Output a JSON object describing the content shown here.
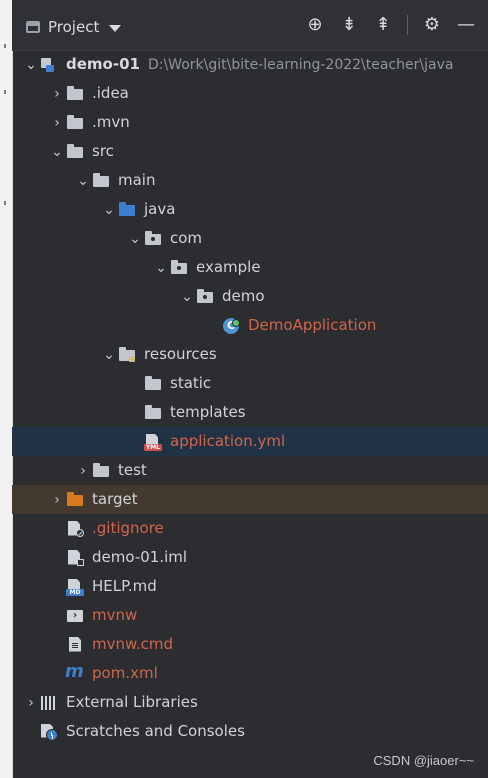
{
  "header": {
    "title": "Project",
    "tools": [
      {
        "name": "locate-icon",
        "glyph": "⊕"
      },
      {
        "name": "expand-all-icon",
        "glyph": "⇟"
      },
      {
        "name": "collapse-all-icon",
        "glyph": "⇞"
      },
      {
        "name": "gear-icon",
        "glyph": "⚙"
      },
      {
        "name": "minimize-icon",
        "glyph": "—"
      }
    ]
  },
  "tree": {
    "items": [
      {
        "label": "demo-01",
        "path": "D:\\Work\\git\\bite-learning-2022\\teacher\\java"
      },
      {
        "label": ".idea"
      },
      {
        "label": ".mvn"
      },
      {
        "label": "src"
      },
      {
        "label": "main"
      },
      {
        "label": "java"
      },
      {
        "label": "com"
      },
      {
        "label": "example"
      },
      {
        "label": "demo"
      },
      {
        "label": "DemoApplication"
      },
      {
        "label": "resources"
      },
      {
        "label": "static"
      },
      {
        "label": "templates"
      },
      {
        "label": "application.yml",
        "badge": "YML"
      },
      {
        "label": "test"
      },
      {
        "label": "target"
      },
      {
        "label": ".gitignore"
      },
      {
        "label": "demo-01.iml"
      },
      {
        "label": "HELP.md",
        "badge": "MD"
      },
      {
        "label": "mvnw"
      },
      {
        "label": "mvnw.cmd"
      },
      {
        "label": "pom.xml"
      },
      {
        "label": "External Libraries"
      },
      {
        "label": "Scratches and Consoles"
      }
    ]
  },
  "watermark": "CSDN @jiaoer~~",
  "colors": {
    "background": "#2b2d30",
    "selected": "#223245",
    "target_row": "#43392f",
    "red_text": "#d2644b",
    "blue_folder": "#3d7fcf",
    "orange_folder": "#d67a1d"
  }
}
